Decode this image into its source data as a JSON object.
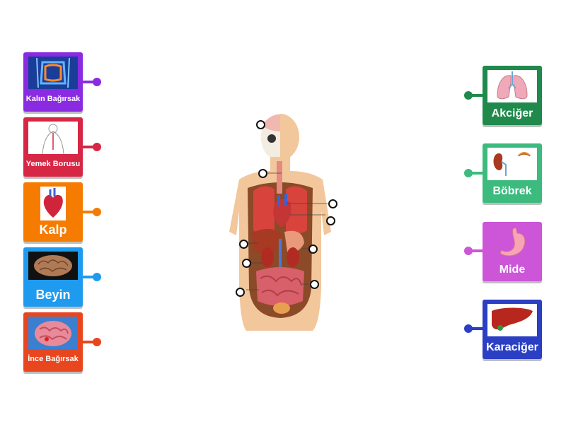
{
  "left_cards": [
    {
      "label": "Kalın Bağırsak",
      "color": "#8a2be2",
      "size": "sm",
      "icon": "large-intestine-icon"
    },
    {
      "label": "Yemek Borusu",
      "color": "#d62745",
      "size": "sm",
      "icon": "esophagus-icon"
    },
    {
      "label": "Kalp",
      "color": "#f57c00",
      "size": "lg",
      "icon": "heart-icon"
    },
    {
      "label": "Beyin",
      "color": "#1e9bef",
      "size": "lg",
      "icon": "brain-icon"
    },
    {
      "label": "İnce Bağırsak",
      "color": "#e8461e",
      "size": "sm",
      "icon": "small-intestine-icon"
    }
  ],
  "right_cards": [
    {
      "label": "Akciğer",
      "color": "#1f8a4c",
      "size": "md",
      "icon": "lungs-icon"
    },
    {
      "label": "Böbrek",
      "color": "#3dbb7e",
      "size": "md",
      "icon": "kidney-icon"
    },
    {
      "label": "Mide",
      "color": "#cc55d8",
      "size": "md",
      "icon": "stomach-icon"
    },
    {
      "label": "Karaciğer",
      "color": "#2a3fc4",
      "size": "md",
      "icon": "liver-icon"
    }
  ]
}
